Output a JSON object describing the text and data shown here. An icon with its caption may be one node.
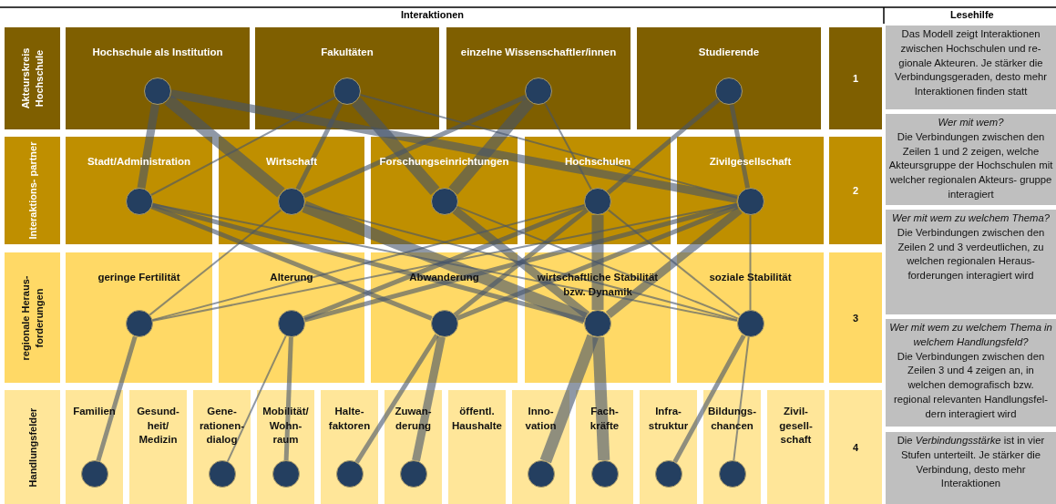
{
  "diagram": {
    "nodes": [
      {
        "text": [
          "Akteurskreis Hochschule"
        ]
      },
      {
        "text": [
          "Hochschule als Institution"
        ]
      },
      {
        "text": [],
        "shape": "circle",
        "in": 1
      },
      {
        "text": [
          "Fakultäten"
        ]
      },
      {
        "text": [],
        "shape": "circle",
        "in": 3
      },
      {
        "text": [
          "einzelne Wissenschaftler/innen"
        ]
      },
      {
        "text": [],
        "shape": "circle",
        "in": 5
      },
      {
        "text": [
          "Studierende"
        ]
      },
      {
        "text": [],
        "shape": "circle",
        "in": 7
      },
      {
        "text": [
          "1"
        ]
      },
      {
        "text": [
          "Interaktions- partner"
        ]
      },
      {
        "text": [
          "Stadt/Administration"
        ]
      },
      {
        "text": [],
        "shape": "circle",
        "in": 11
      },
      {
        "text": [
          "Wirtschaft"
        ]
      },
      {
        "text": [],
        "shape": "circle",
        "in": 13
      },
      {
        "text": [
          "Forschungseinrichtungen"
        ]
      },
      {
        "text": [],
        "shape": "circle",
        "in": 15
      },
      {
        "text": [
          "Hochschulen"
        ]
      },
      {
        "text": [],
        "shape": "circle",
        "in": 17
      },
      {
        "text": [
          "Zivilgesellschaft"
        ]
      },
      {
        "text": [],
        "shape": "circle",
        "in": 19
      },
      {
        "text": [
          "2"
        ]
      },
      {
        "text": [
          "regionale Heraus- forderungen"
        ]
      },
      {
        "text": [
          "geringe Fertilität"
        ]
      },
      {
        "text": [],
        "shape": "circle",
        "in": 23
      },
      {
        "text": [
          "Alterung"
        ]
      },
      {
        "text": [],
        "shape": "circle",
        "in": 25
      },
      {
        "text": [
          "Abwanderung"
        ]
      },
      {
        "text": [],
        "shape": "circle",
        "in": 27
      },
      {
        "text": [
          "wirtschaftliche Stabilität bzw. Dynamik"
        ]
      },
      {
        "text": [],
        "shape": "circle",
        "in": 29
      },
      {
        "text": [
          "soziale Stabilität"
        ]
      },
      {
        "text": [],
        "shape": "circle",
        "in": 31
      },
      {
        "text": [
          "3"
        ]
      },
      {
        "text": [
          "Handlungsfelder"
        ]
      },
      {
        "text": [
          "Familien"
        ]
      },
      {
        "text": [],
        "shape": "circle",
        "in": 35
      },
      {
        "text": [
          "Gesund- heit/ Medizin"
        ]
      },
      {
        "text": [
          "Gene- rationen- dialog"
        ]
      },
      {
        "text": [],
        "shape": "circle",
        "in": 38
      },
      {
        "text": [
          "Mobilität/ Wohn- raum"
        ]
      },
      {
        "text": [],
        "shape": "circle",
        "in": 40
      },
      {
        "text": [
          "Halte- faktoren"
        ]
      },
      {
        "text": [],
        "shape": "circle",
        "in": 42
      },
      {
        "text": [
          "Zuwan- derung"
        ]
      },
      {
        "text": [],
        "shape": "circle",
        "in": 44
      },
      {
        "text": [
          "öffentl. Haushalte"
        ]
      },
      {
        "text": [
          "Inno- vation"
        ]
      },
      {
        "text": [],
        "shape": "circle",
        "in": 47
      },
      {
        "text": [
          "Fach- kräfte"
        ]
      },
      {
        "text": [],
        "shape": "circle",
        "in": 49
      },
      {
        "text": [
          "Infra- struktur"
        ]
      },
      {
        "text": [],
        "shape": "circle",
        "in": 51
      },
      {
        "text": [
          "Bildungs- chancen"
        ]
      },
      {
        "text": [],
        "shape": "circle",
        "in": 53
      },
      {
        "text": [
          "Zivil- gesell- schaft"
        ]
      },
      {
        "text": [
          "4"
        ]
      },
      {
        "text": [
          "Das Modell zeigt Interaktionen zwischen Hochschulen und re- gionale Akteuren. Je stärker die Verbindungsgeraden, desto mehr Interaktionen finden statt"
        ]
      },
      {
        "text": [
          "Wer mit wem?",
          "Die Verbindungen zwischen den Zeilen 1 und 2 zeigen, welche Akteursgruppe der Hochschulen mit welcher regionalen Akteurs- gruppe interagiert"
        ]
      },
      {
        "text": [
          "Wer mit wem zu welchem Thema?",
          "Die Verbindungen zwischen den Zeilen 2 und 3 verdeutlichen, zu welchen regionalen Heraus- forderungen interagiert wird"
        ]
      },
      {
        "text": [
          "Wer mit wem zu welchem Thema in welchem Handlungsfeld?",
          "Die Verbindungen zwischen den Zeilen 3 und 4 zeigen an, in welchen demografisch bzw. regional relevanten Handlungsfel- dern interagiert wird"
        ]
      },
      {
        "text": [
          "Die *Verbindungsstärke* ist in vier Stufen unterteilt. Je stärker die Verbindung, desto mehr Interaktionen"
        ]
      }
    ],
    "edges": [
      {
        "from": 2,
        "to": 12,
        "arrow": "none",
        "style": "thick"
      },
      {
        "from": 2,
        "to": 14,
        "arrow": "none",
        "style": "thick"
      },
      {
        "from": 2,
        "to": 20,
        "arrow": "none",
        "style": "thick"
      },
      {
        "from": 4,
        "to": 12,
        "arrow": "none"
      },
      {
        "from": 4,
        "to": 14,
        "arrow": "none"
      },
      {
        "from": 4,
        "to": 16,
        "arrow": "none",
        "style": "thick"
      },
      {
        "from": 4,
        "to": 20,
        "arrow": "none"
      },
      {
        "from": 6,
        "to": 14,
        "arrow": "none"
      },
      {
        "from": 6,
        "to": 16,
        "arrow": "none",
        "style": "thick"
      },
      {
        "from": 6,
        "to": 18,
        "arrow": "none"
      },
      {
        "from": 8,
        "to": 18,
        "arrow": "none"
      },
      {
        "from": 8,
        "to": 20,
        "arrow": "none"
      },
      {
        "from": 12,
        "to": 28,
        "arrow": "none"
      },
      {
        "from": 12,
        "to": 30,
        "arrow": "none"
      },
      {
        "from": 12,
        "to": 32,
        "arrow": "none"
      },
      {
        "from": 14,
        "to": 24,
        "arrow": "none"
      },
      {
        "from": 14,
        "to": 30,
        "arrow": "none",
        "style": "thick"
      },
      {
        "from": 14,
        "to": 32,
        "arrow": "none"
      },
      {
        "from": 16,
        "to": 30,
        "arrow": "none",
        "style": "thick"
      },
      {
        "from": 16,
        "to": 32,
        "arrow": "none"
      },
      {
        "from": 18,
        "to": 30,
        "arrow": "none",
        "style": "thick"
      },
      {
        "from": 18,
        "to": 32,
        "arrow": "none"
      },
      {
        "from": 18,
        "to": 24,
        "arrow": "none"
      },
      {
        "from": 18,
        "to": 26,
        "arrow": "none"
      },
      {
        "from": 18,
        "to": 28,
        "arrow": "none"
      },
      {
        "from": 20,
        "to": 24,
        "arrow": "none"
      },
      {
        "from": 20,
        "to": 26,
        "arrow": "none"
      },
      {
        "from": 20,
        "to": 28,
        "arrow": "none"
      },
      {
        "from": 20,
        "to": 30,
        "arrow": "none",
        "style": "thick"
      },
      {
        "from": 20,
        "to": 32,
        "arrow": "none"
      },
      {
        "from": 24,
        "to": 36,
        "arrow": "none"
      },
      {
        "from": 26,
        "to": 39,
        "arrow": "none"
      },
      {
        "from": 26,
        "to": 41,
        "arrow": "none"
      },
      {
        "from": 28,
        "to": 43,
        "arrow": "none"
      },
      {
        "from": 28,
        "to": 45,
        "arrow": "none",
        "style": "thick"
      },
      {
        "from": 30,
        "to": 48,
        "arrow": "none",
        "style": "thick"
      },
      {
        "from": 30,
        "to": 50,
        "arrow": "none",
        "style": "thick"
      },
      {
        "from": 32,
        "to": 52,
        "arrow": "none"
      },
      {
        "from": 32,
        "to": 54,
        "arrow": "none"
      }
    ],
    "labels": [
      "Interaktionen",
      "Lesehilfe"
    ]
  }
}
